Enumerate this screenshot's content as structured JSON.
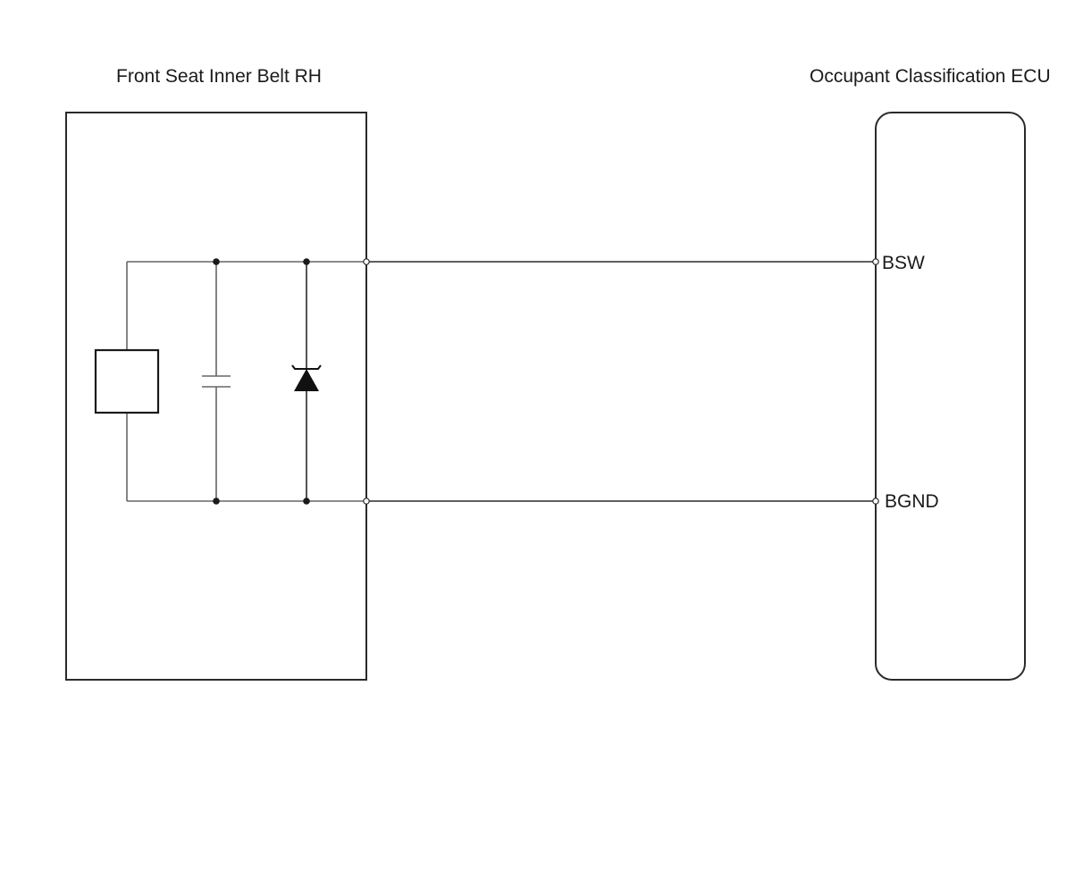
{
  "diagram": {
    "left_component": {
      "title": "Front Seat Inner Belt RH"
    },
    "right_component": {
      "title": "Occupant Classification ECU",
      "pins": [
        {
          "label": "BSW"
        },
        {
          "label": "BGND"
        }
      ]
    },
    "icons": {
      "sensor": "sensor-switch-icon",
      "capacitor": "capacitor-icon",
      "diode": "zener-diode-icon"
    }
  }
}
